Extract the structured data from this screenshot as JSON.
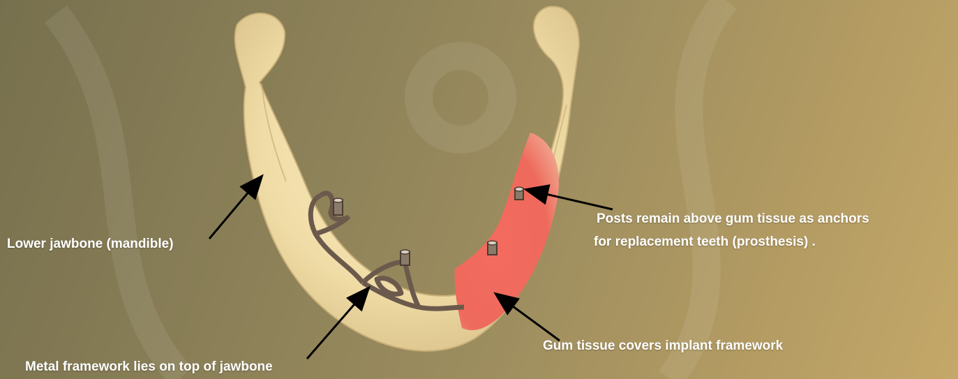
{
  "labels": {
    "mandible": "Lower jawbone (mandible)",
    "posts_line1": "Posts remain above gum tissue as anchors",
    "posts_line2": "for replacement teeth (prosthesis) .",
    "gum": "Gum tissue covers implant framework",
    "framework": "Metal framework lies on top of jawbone"
  },
  "colors": {
    "bone": "#f0dca6",
    "bone_shadow": "#c9b07a",
    "gum": "#ee6a5c",
    "metal": "#6b5a4c",
    "label_text": "#ffffff",
    "arrow": "#000000"
  }
}
